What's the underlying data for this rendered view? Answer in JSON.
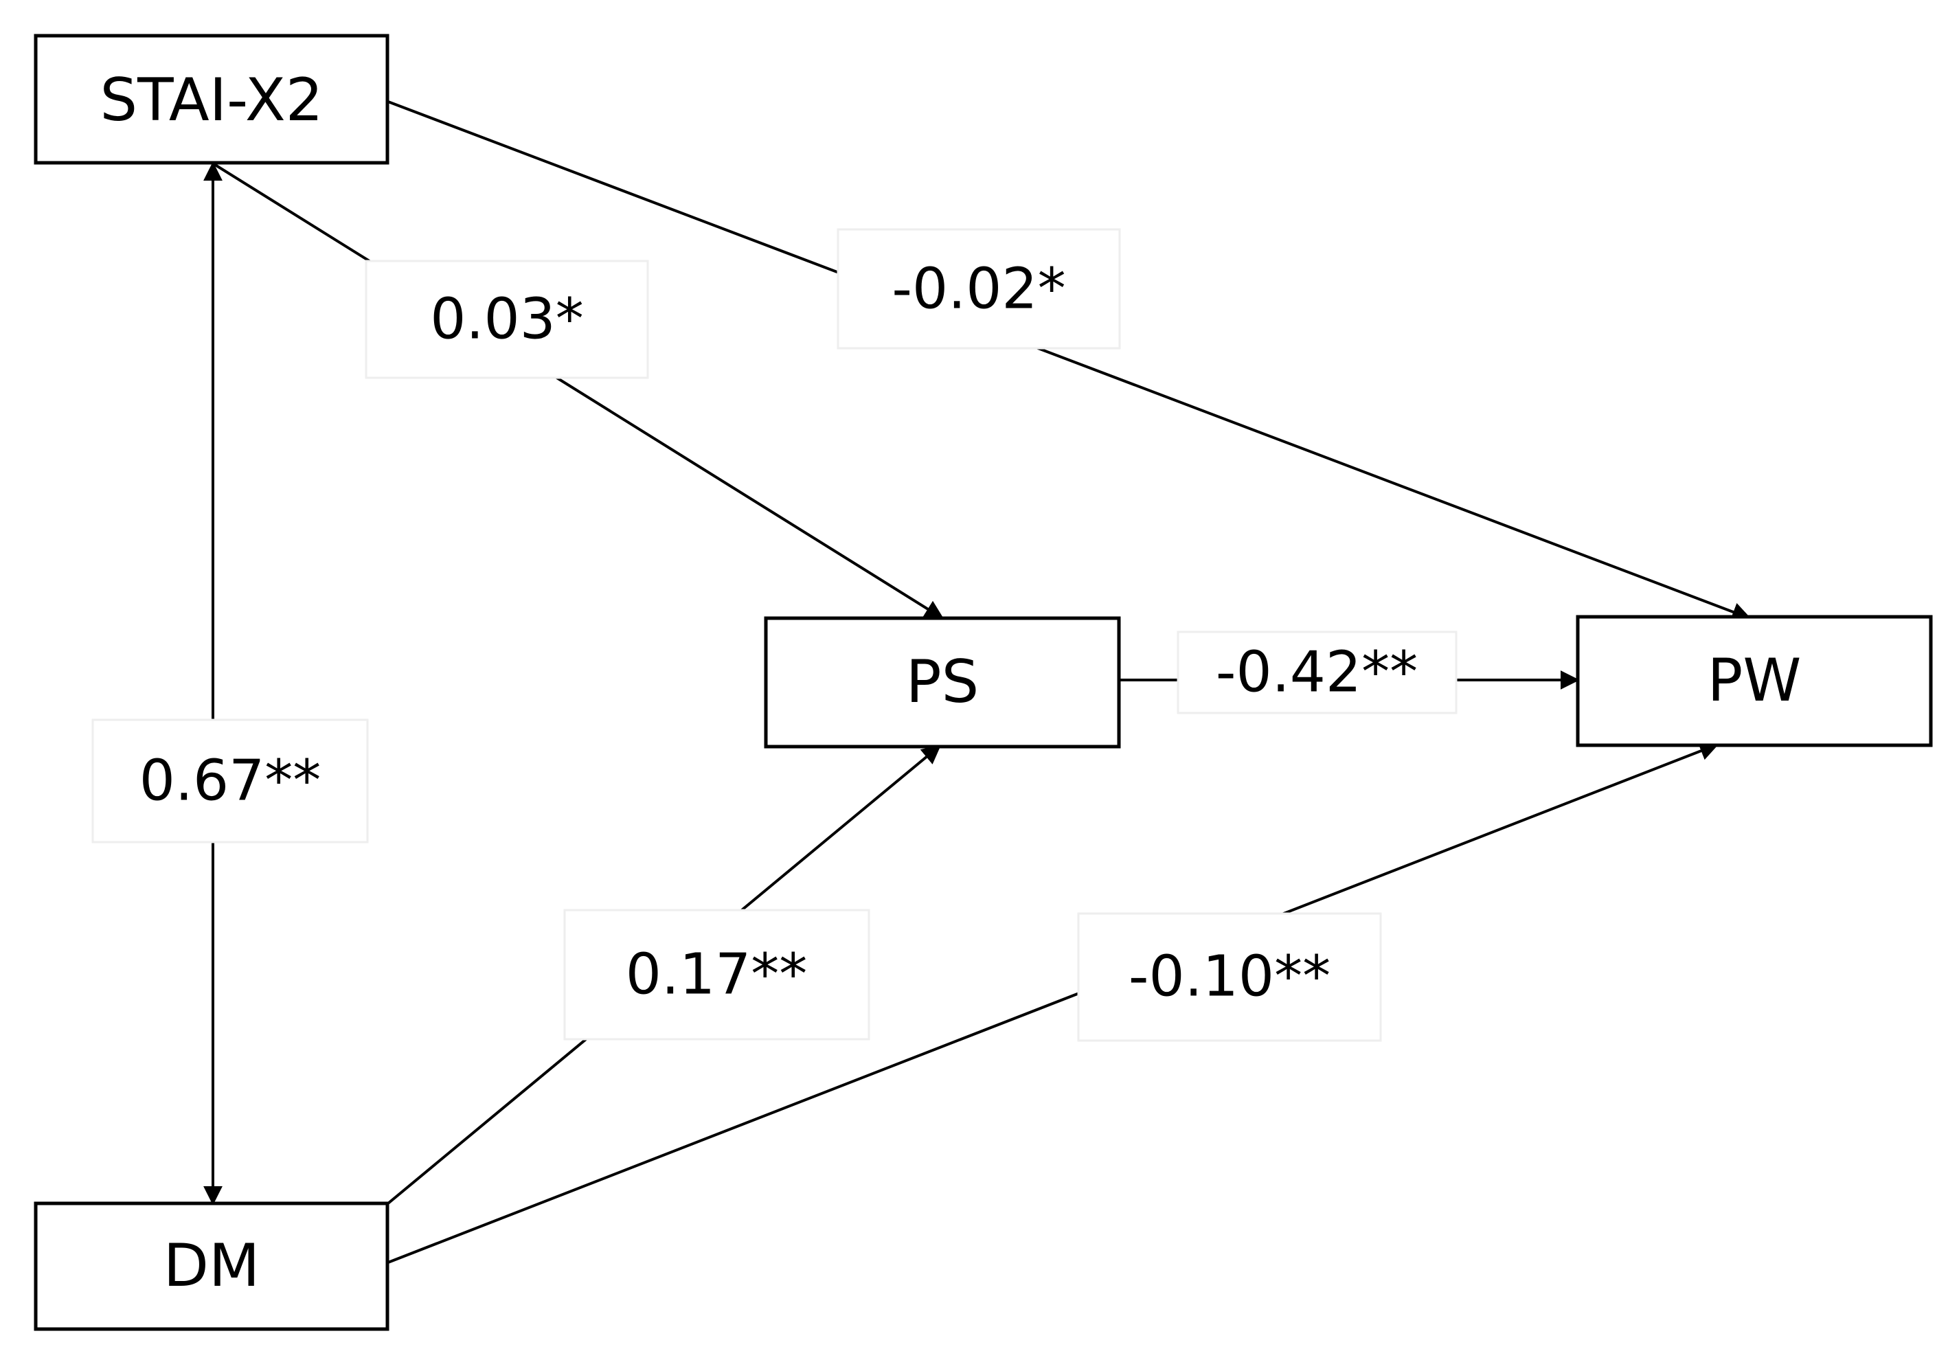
{
  "nodes": {
    "stai": "STAI-X2",
    "ps": "PS",
    "pw": "PW",
    "dm": "DM"
  },
  "paths": {
    "stai_dm": "0.67**",
    "stai_ps": "0.03*",
    "stai_pw": "-0.02*",
    "ps_pw": "-0.42**",
    "dm_ps": "0.17**",
    "dm_pw": "-0.10**"
  }
}
